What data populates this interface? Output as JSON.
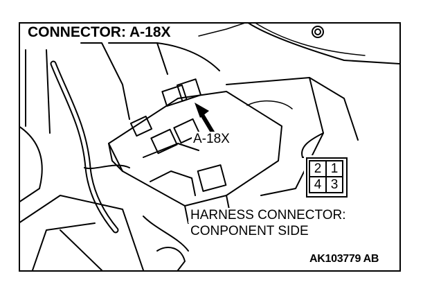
{
  "diagram": {
    "title": "CONNECTOR: A-18X",
    "callout_label": "A-18X",
    "harness_label_line1": "HARNESS CONNECTOR:",
    "harness_label_line2": "CONPONENT SIDE",
    "figure_code": "AK103779 AB",
    "connector_pins": [
      "2",
      "1",
      "4",
      "3"
    ]
  }
}
